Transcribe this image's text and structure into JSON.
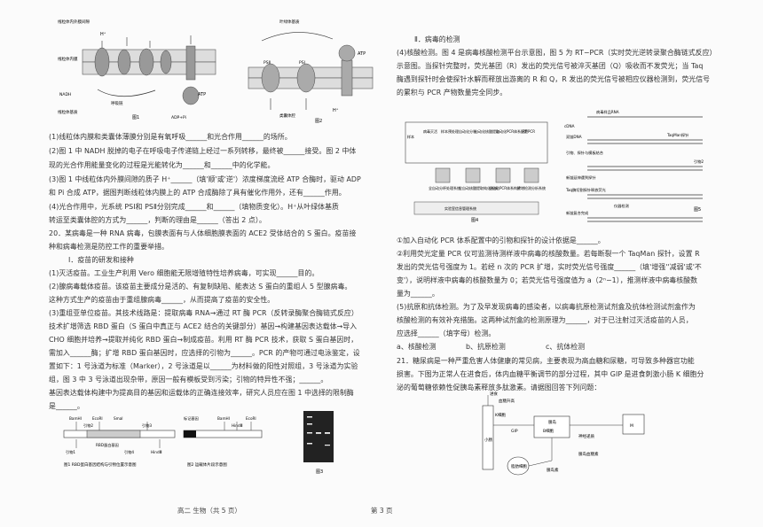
{
  "left": {
    "fig1_caption": "图1",
    "fig2_caption": "图2",
    "fig1_labels": [
      "线粒体内外膜间隙",
      "线粒体内膜",
      "线粒体基质",
      "NADH",
      "呼吸链",
      "H⁺",
      "ATP",
      "ADP+Pi"
    ],
    "fig2_labels": [
      "叶绿体基质",
      "PSⅡ",
      "PSⅠ",
      "H⁺",
      "ATP",
      "类囊体腔"
    ],
    "lines": [
      "(1)线粒体内膜和类囊体薄膜分别是有氧呼吸______和光合作用______的场所。",
      "(2)图 1 中 NADH 脱掉的电子在呼吸电子传递链上经过一系列转移，最终被______接受。图 2 中体",
      "现的光合作用能量变化的过程是光能转化为______和______中的化学能。",
      "(3)图 1 中线粒体内外膜间隙的质子 H⁺______（填'顺'或'逆'）浓度梯度流经 ATP 合酶时，驱动 ADP",
      "和 Pi 合成 ATP，据图判断线粒体内膜上的 ATP 合成酶除了具有催化作用外，还有______作用。",
      "(4)光合作用中，光系统 PSⅠ和 PSⅡ分别完成______和______（填物质变化）。H⁺从叶绿体基质",
      "转运至类囊体腔的方式为______，判断的理由是______（答出 2 点）。",
      "20．某病毒是一种 RNA 病毒，包膜表面有与人体细胞膜表面的 ACE2 受体结合的 S 蛋白。疫苗接",
      "种和病毒检测是防控工作的重要举措。",
      "Ⅰ．疫苗的研发和接种",
      "(1)灭活疫苗。工业生产利用 Vero 细胞能无限增殖特性培养病毒，可实现______目的。",
      "(2)腺病毒载体疫苗。该疫苗主要成分是活的、有复制缺陷、能表达 S 蛋白的重组人 5 型腺病毒。",
      "这种方式生产的疫苗由于重组腺病毒______，从而提高了疫苗的安全性。",
      "(3)重组亚单位疫苗。其技术线路是：提取病毒 RNA→通过 RT 酶 PCR（反转录酶聚合酶链式反应）",
      "技术扩增筛选 RBD 蛋白（S 蛋白中真正与 ACE2 结合的关键部分）基因→构建基因表达载体→导入",
      "CHO 细胞并培养→提取并纯化 RBD 蛋白→制成疫苗。利用 RT 酶 PCR 技术，获取 S 蛋白基因时，",
      "需加入______酶；扩增 RBD 蛋白基因时，应选择的引物为______。PCR 的产物可通过电泳鉴定，设",
      "置如下：1 号泳道为标准（Marker），2 号泳道是以______为材料做的阳性对照组，3 号泳道为实验",
      "组，图 3 中 3 号泳道出现杂带，原因一般有模板受到污染；引物的特异性不强；______。",
      "基因表达载体构建中为提高目的基因和运载体的正确连接效率，研究人员应在图 1 中选择的限制酶",
      "是______。"
    ],
    "bottom_fig1_caption": "图1  RBD蛋白基因结构与引物位置示意图",
    "bottom_fig2_caption": "图2  运载体片段示意图",
    "bottom_fig3_caption": "图3",
    "gene_labels": [
      "BamHⅠ",
      "EcoRⅠ",
      "SmaⅠ",
      "HindⅢ",
      "RBD蛋白基因",
      "引物1",
      "引物2",
      "引物3",
      "引物4"
    ],
    "vector_labels": [
      "标记基因",
      "BamHⅠ",
      "HindⅢ",
      "EcoRⅠ"
    ]
  },
  "right": {
    "section_title": "Ⅱ．病毒的检测",
    "intro_lines": [
      "(4)核酸检测。图 4 是病毒核酸检测平台示意图，图 5 为 RT−PCR（实时荧光逆转录聚合酶链式反应）",
      "示意图。当探针完整时，荧光基团（R）发出的荧光信号被淬灭基团（Q）吸收而不发荧光；当 Taq",
      "酶遇到探针时会使探针水解而释放出游离的 R 和 Q，R 发出的荧光信号被相应仪器检测到，荧光信号",
      "的累积与 PCR 产物数量完全同步。"
    ],
    "fig4_caption": "图4",
    "fig5_caption": "图5",
    "fig4_labels": [
      "样本",
      "病毒灭活",
      "样本预处理",
      "自动化分装",
      "自动化核酸提取",
      "自动化PCR体系配置",
      "RT-PCR",
      "全自动分杯处理系统",
      "全自动核酸提取纯化系统",
      "全自动PCR体系构建",
      "扩增检测分析系统",
      "实验室信息管理系统"
    ],
    "fig5_labels": [
      "病毒样品RNA",
      "cDNA",
      "双链DNA",
      "引物、探针与模板结合",
      "TaqMan探针",
      "引物2",
      "新链延伸遇到探针",
      "Taq酶切割探针释放荧光",
      "仪器检测",
      "新链复合完成"
    ],
    "lines": [
      "①加入自动化 PCR 体系配置中的引物和探针的设计依据是______。",
      "②利用荧光定量 PCR 仪可监测待测样液中病毒的核酸数量。若每断裂一个 TaqMan 探针，设置 R",
      "发出的荧光信号强度为 1。若经 n 次的 PCR 扩增，实时荧光信号强度______（填'增强''减弱'或'不",
      "变'），说明样液中病毒的核酸数量为 0；若荧光信号强度值为 a（2ⁿ−1），推测样液中病毒核酸数",
      "量为______。",
      "(5)抗原和抗体检测。为了及早发现病毒的感染者，以病毒抗原检测试剂盒及抗体检测试剂盒作为",
      "核酸检测的有效补充措施。这两种试剂盒的检测原理为______，对于已注射过灭活疫苗的人员，",
      "应选择______（填字母）检测。"
    ],
    "options": [
      "a、核酸检测",
      "b、抗原检测",
      "c、抗体检测"
    ],
    "q21_lines": [
      "21．糖尿病是一种严重危害人体健康的常见病，主要表现为高血糖和尿糖，可导致多种器官功能",
      "损害。下图为正常人在进食后，体内血糖平衡调节的部分过程，其中 GIP 是进食刺激小肠 K 细胞分",
      "泌的葡萄糖依赖性促胰岛素释放多肽激素。请据图回答下列问题："
    ],
    "diagram_labels": [
      "进食",
      "血糖升高",
      "小肠",
      "K细胞",
      "GIP",
      "胰岛",
      "B细胞",
      "神经递质",
      "胰岛血糖素",
      "脂肪细胞",
      "胰岛素",
      "M"
    ]
  },
  "footer": {
    "left": "高二  生物（共 5 页）",
    "right": "第 3 页"
  }
}
